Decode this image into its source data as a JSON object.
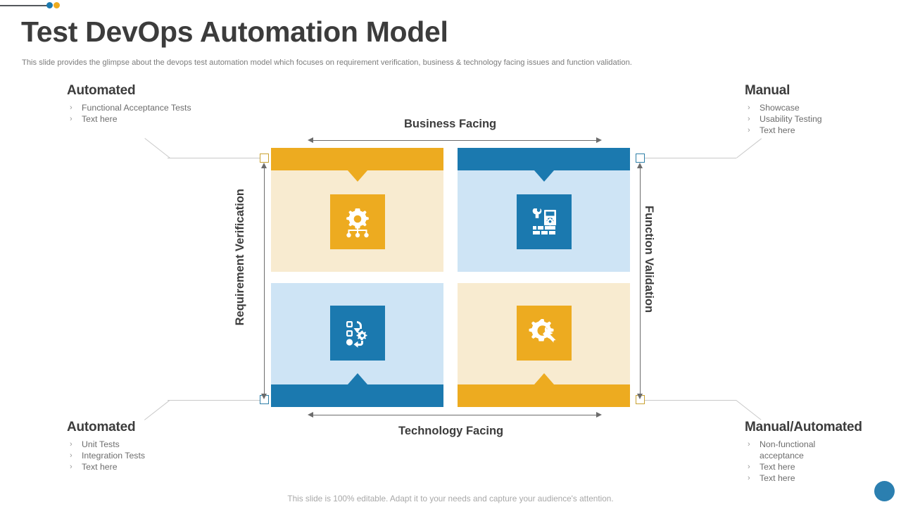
{
  "slide": {
    "title": "Test DevOps Automation Model",
    "subtitle": "This slide provides the glimpse about the devops test automation model which focuses on requirement verification, business & technology facing issues and function validation.",
    "footer": "This slide is 100% editable. Adapt it to your needs and capture your audience's attention."
  },
  "axes": {
    "top": "Business Facing",
    "bottom": "Technology Facing",
    "left": "Requirement Verification",
    "right": "Function Validation"
  },
  "callouts": [
    {
      "id": "top-left",
      "title": "Automated",
      "items": [
        "Functional Acceptance Tests",
        "Text here"
      ]
    },
    {
      "id": "top-right",
      "title": "Manual",
      "items": [
        "Showcase",
        "Usability Testing",
        "Text here"
      ]
    },
    {
      "id": "bottom-left",
      "title": "Automated",
      "items": [
        "Unit Tests",
        "Integration Tests",
        "Text here"
      ]
    },
    {
      "id": "bottom-right",
      "title": "Manual/Automated",
      "items": [
        "Non-functional acceptance",
        "Text here",
        "Text here"
      ]
    }
  ],
  "quadrants": [
    {
      "id": "top-left",
      "icon": "gear-hierarchy-icon",
      "band_color": "#EDAB20",
      "body_color": "#F8EBD0",
      "tile_color": "#EDAB20"
    },
    {
      "id": "top-right",
      "icon": "tools-equipment-icon",
      "band_color": "#1B79AF",
      "body_color": "#CEE4F5",
      "tile_color": "#1B79AF"
    },
    {
      "id": "bottom-left",
      "icon": "process-flow-gear-icon",
      "band_color": "#1B79AF",
      "body_color": "#CEE4F5",
      "tile_color": "#1B79AF"
    },
    {
      "id": "bottom-right",
      "icon": "gear-wrench-icon",
      "band_color": "#EDAB20",
      "body_color": "#F8EBD0",
      "tile_color": "#EDAB20"
    }
  ],
  "colors": {
    "gold": "#EDAB20",
    "gold_light": "#F8EBD0",
    "blue": "#1B79AF",
    "blue_light": "#CEE4F5",
    "text_dark": "#3C3C3C",
    "text_muted": "#6D6D6D",
    "line": "#C9C9C9"
  }
}
